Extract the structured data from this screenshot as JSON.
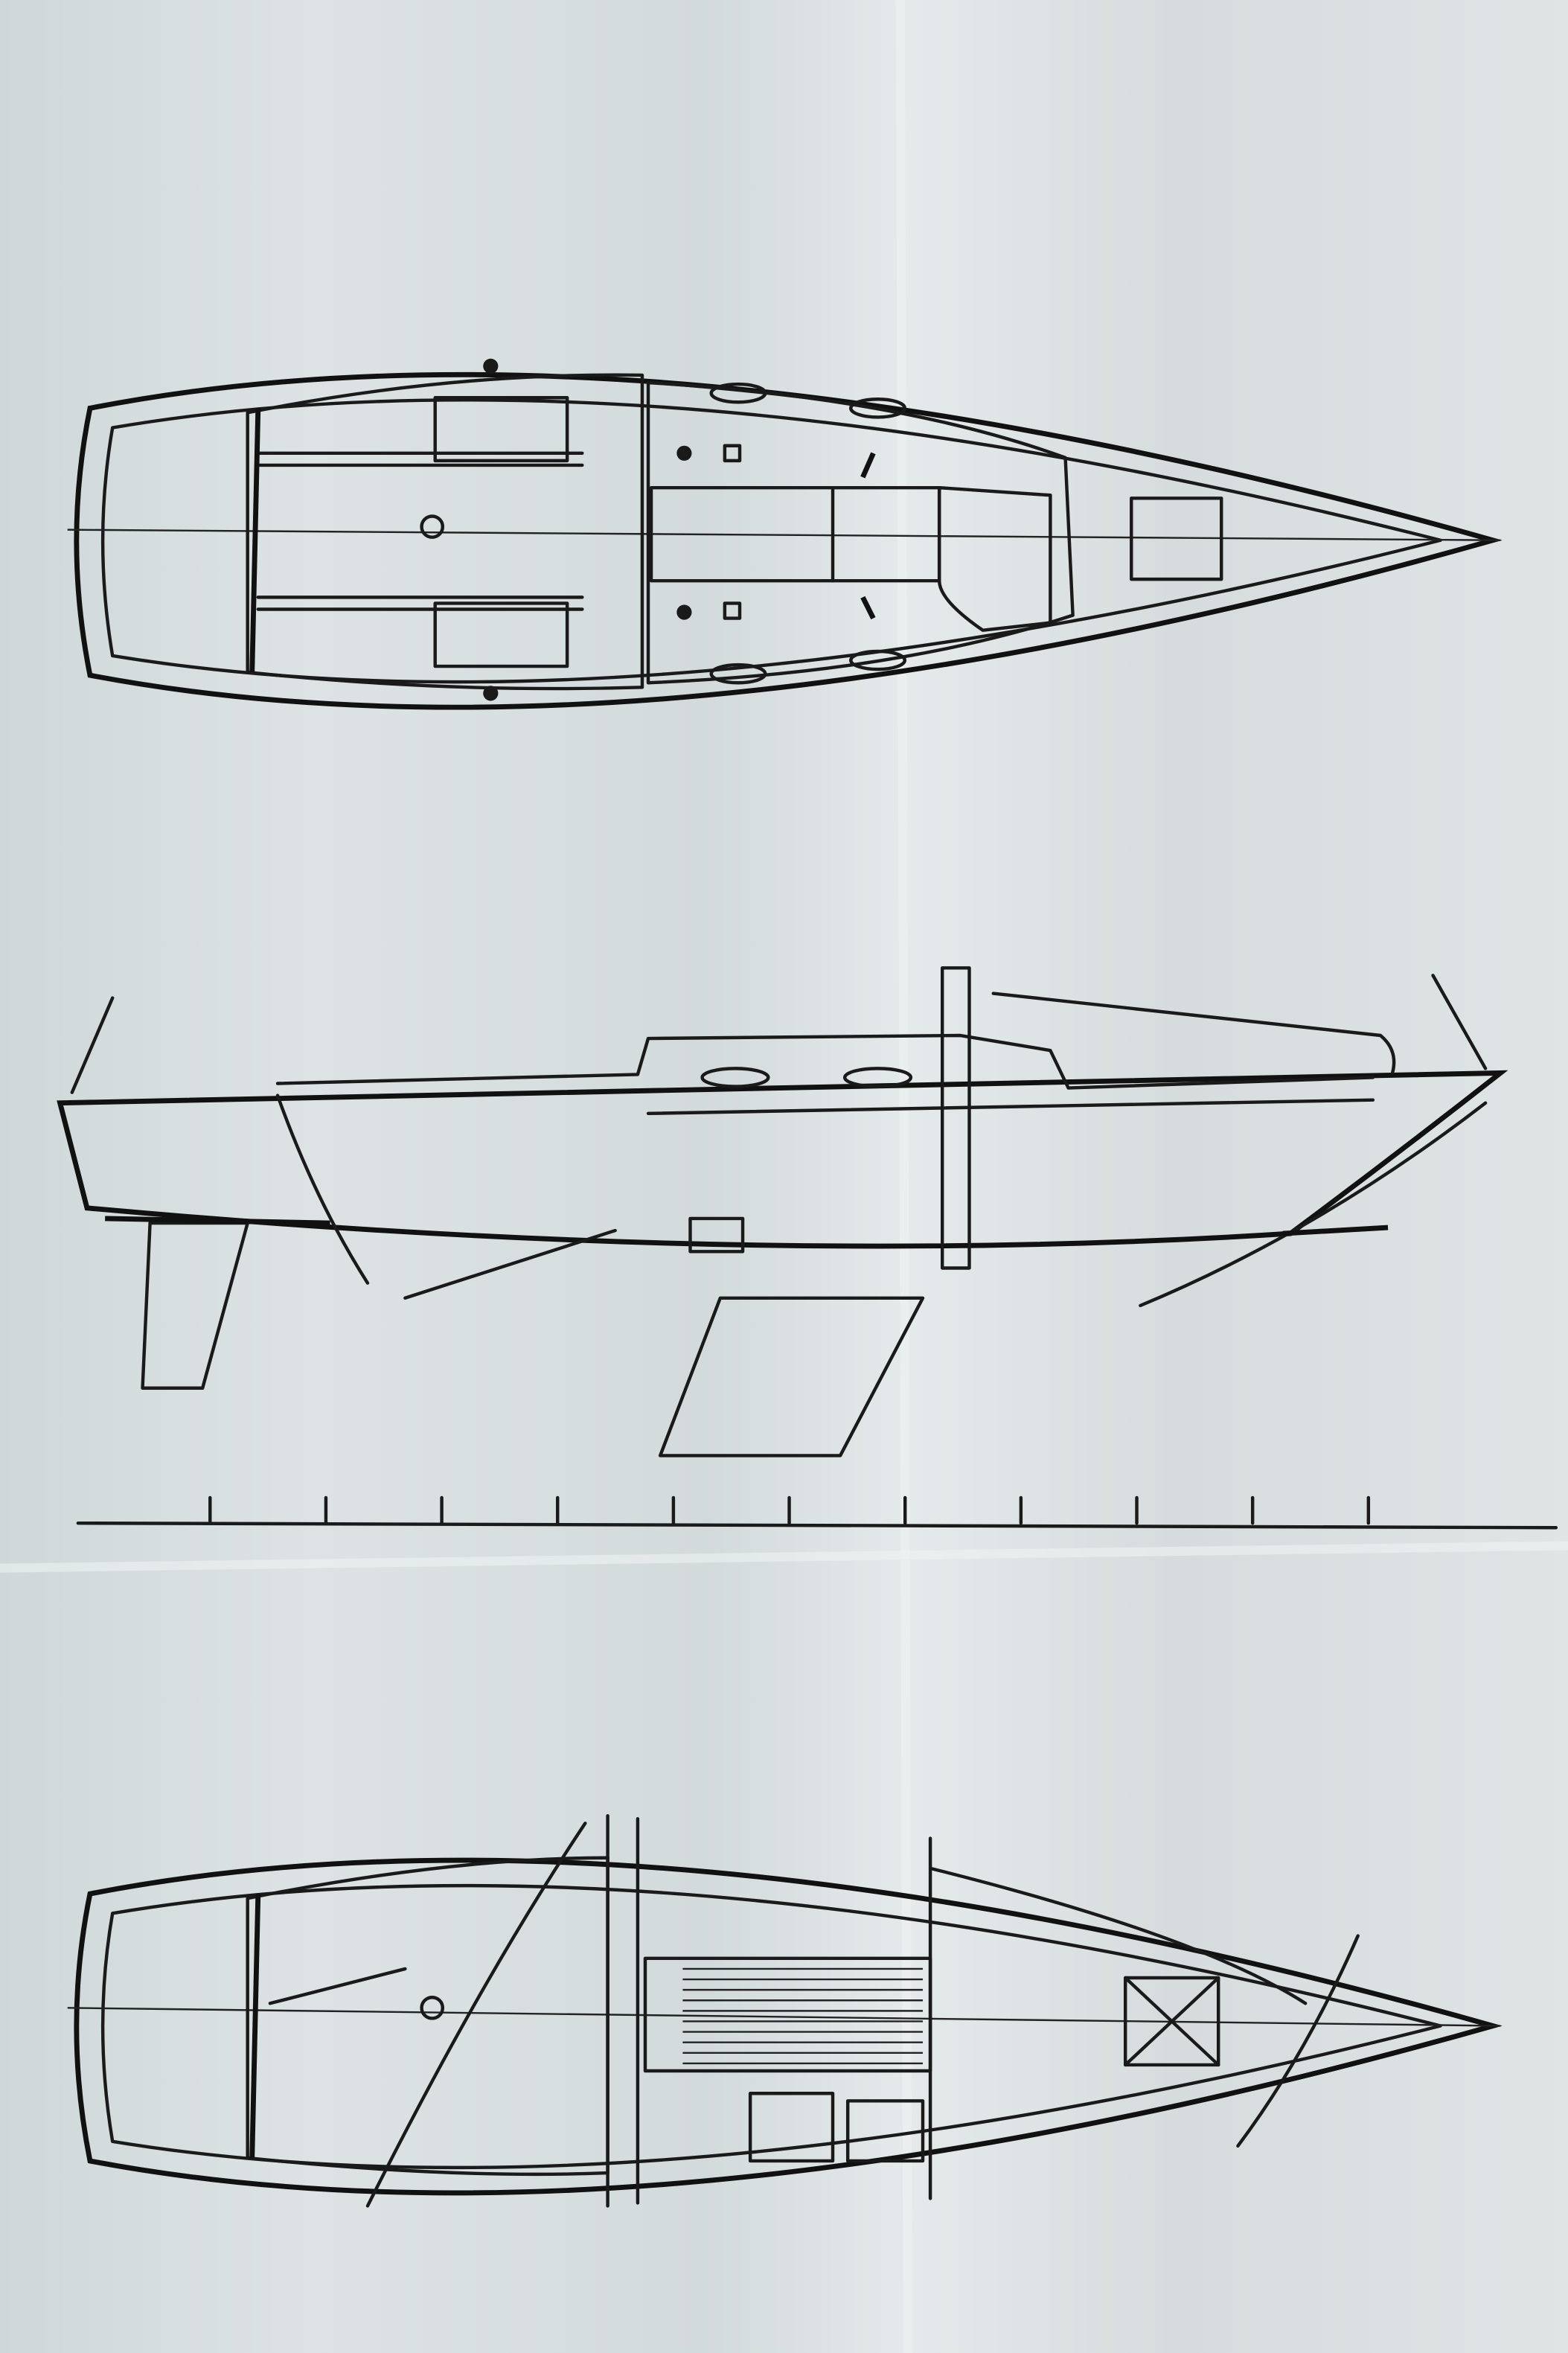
{
  "colors": {
    "paper": "#d9dfe0",
    "ink": "#1a1a1a"
  },
  "views": [
    {
      "id": "deck-plan"
    },
    {
      "id": "profile"
    },
    {
      "id": "accommodation-plan"
    }
  ],
  "scale_bar": {
    "tick_count": 11
  }
}
